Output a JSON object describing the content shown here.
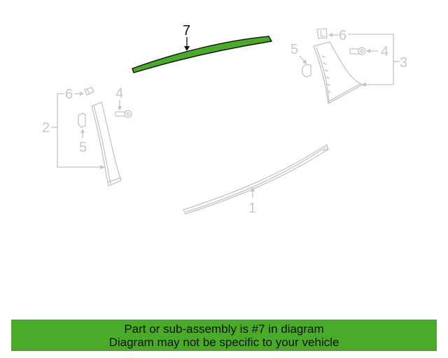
{
  "diagram": {
    "highlight_color": "#4aaa2a",
    "ghost_color": "#c4c4c4",
    "callouts": [
      {
        "id": "c7",
        "label": "7",
        "part": "Roof drip / upper window molding (highlighted)"
      },
      {
        "id": "c1",
        "label": "1",
        "part": "Belt molding"
      },
      {
        "id": "c2",
        "label": "2",
        "part": "Front pillar applique"
      },
      {
        "id": "c2_4",
        "label": "4",
        "part": "Screw"
      },
      {
        "id": "c2_5",
        "label": "5",
        "part": "Clip"
      },
      {
        "id": "c2_6",
        "label": "6",
        "part": "Retainer"
      },
      {
        "id": "c3",
        "label": "3",
        "part": "Rear pillar applique"
      },
      {
        "id": "c3_4",
        "label": "4",
        "part": "Screw"
      },
      {
        "id": "c3_5",
        "label": "5",
        "part": "Clip"
      },
      {
        "id": "c3_6",
        "label": "6",
        "part": "Retainer"
      }
    ]
  },
  "banner": {
    "line1": "Part or sub-assembly is #7 in diagram",
    "line2": "Diagram may not be specific to your vehicle",
    "background": "#4aaa2a"
  }
}
